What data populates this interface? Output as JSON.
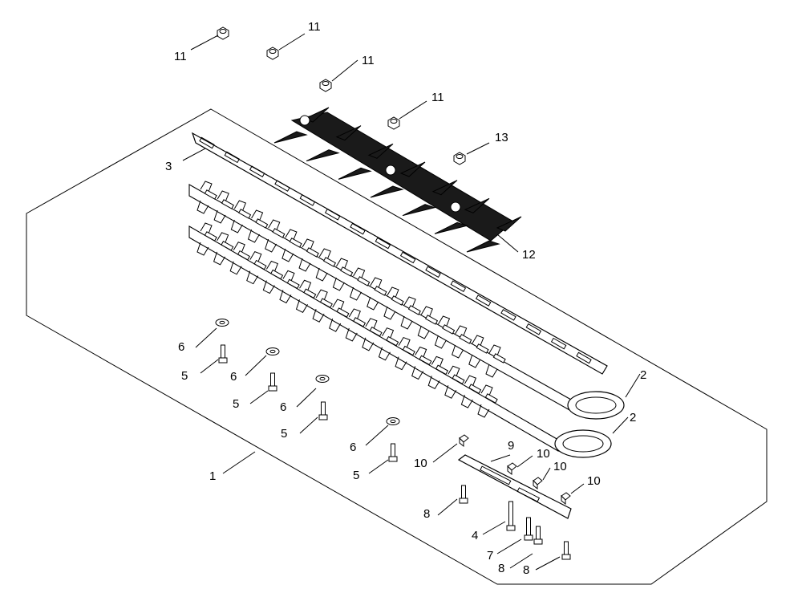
{
  "diagram": {
    "callouts": [
      "1",
      "2",
      "2",
      "3",
      "4",
      "5",
      "5",
      "5",
      "5",
      "6",
      "6",
      "6",
      "6",
      "7",
      "8",
      "8",
      "8",
      "9",
      "10",
      "10",
      "10",
      "10",
      "11",
      "11",
      "11",
      "11",
      "12",
      "13"
    ]
  },
  "colors": {
    "line": "#000000",
    "part_fill": "#ffffff",
    "dark_part": "#1a1a1a"
  }
}
